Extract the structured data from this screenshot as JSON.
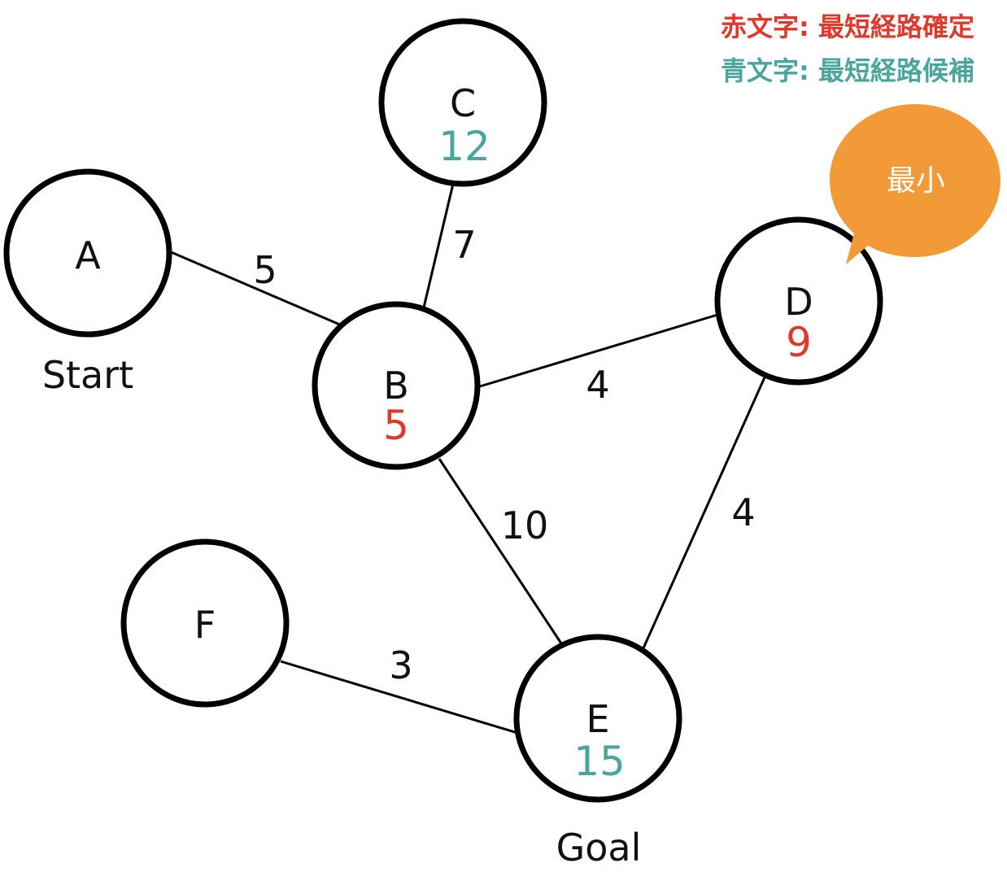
{
  "colors": {
    "confirmed": "#e0382b",
    "candidate": "#4aa69c",
    "bubble": "#f29a38"
  },
  "legend": {
    "confirmed_text": "赤文字: 最短経路確定",
    "candidate_text": "青文字: 最短経路候補"
  },
  "callout": {
    "text": "最小"
  },
  "nodes": [
    {
      "id": "A",
      "label": "A",
      "distance": "",
      "status": "none",
      "role": "Start"
    },
    {
      "id": "B",
      "label": "B",
      "distance": "5",
      "status": "confirmed",
      "role": ""
    },
    {
      "id": "C",
      "label": "C",
      "distance": "12",
      "status": "candidate",
      "role": ""
    },
    {
      "id": "D",
      "label": "D",
      "distance": "9",
      "status": "confirmed",
      "role": ""
    },
    {
      "id": "E",
      "label": "E",
      "distance": "15",
      "status": "candidate",
      "role": "Goal"
    },
    {
      "id": "F",
      "label": "F",
      "distance": "",
      "status": "none",
      "role": ""
    }
  ],
  "edges": [
    {
      "from": "A",
      "to": "B",
      "weight": "5"
    },
    {
      "from": "C",
      "to": "B",
      "weight": "7"
    },
    {
      "from": "B",
      "to": "D",
      "weight": "4"
    },
    {
      "from": "B",
      "to": "E",
      "weight": "10"
    },
    {
      "from": "D",
      "to": "E",
      "weight": "4"
    },
    {
      "from": "F",
      "to": "E",
      "weight": "3"
    }
  ]
}
